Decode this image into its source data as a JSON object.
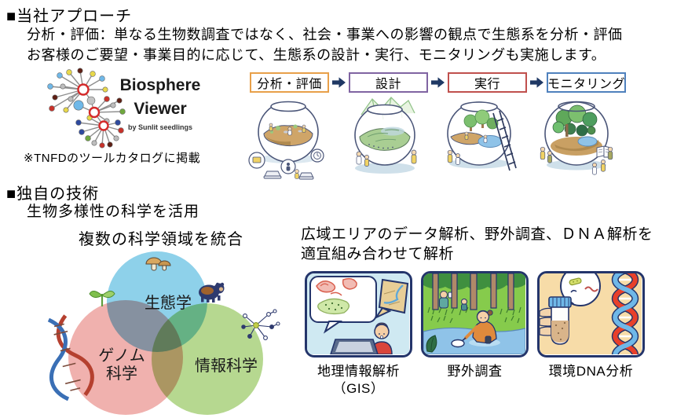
{
  "approach": {
    "title": "■当社アプローチ",
    "description_line1": "分析・評価：単なる生物数調査ではなく、社会・事業への影響の観点で生態系を分析・評価",
    "description_line2": "お客様のご要望・事業目的に応じて、生態系の設計・実行、モニタリングも実施します。",
    "logo": {
      "name_line1": "Biosphere",
      "name_line2": "Viewer",
      "byline": "by Sunlit seedlings",
      "note": "※TNFDのツールカタログに掲載"
    },
    "process": {
      "arrow_color": "#1F3864",
      "steps": [
        {
          "label": "分析・評価",
          "border_color": "#E8A04A"
        },
        {
          "label": "設計",
          "border_color": "#8064A2"
        },
        {
          "label": "実行",
          "border_color": "#C0504D"
        },
        {
          "label": "モニタリング",
          "border_color": "#4F81BD"
        }
      ]
    }
  },
  "technology": {
    "title": "■独自の技術",
    "subtitle": "生物多様性の科学を活用",
    "venn": {
      "caption": "複数の科学領域を統合",
      "circles": [
        {
          "label": "生態学",
          "color": "#8ED1EA"
        },
        {
          "label": "ゲノム科学",
          "color": "#F0B1AE"
        },
        {
          "label": "情報科学",
          "color": "#B6D890"
        }
      ],
      "genome_label_line1": "ゲノム",
      "genome_label_line2": "科学"
    },
    "analysis_note_line1": "広域エリアのデータ解析、野外調査、ＤＮＡ解析を",
    "analysis_note_line2": "適宜組み合わせて解析",
    "methods": [
      {
        "label_line1": "地理情報解析",
        "label_line2": "（GIS）"
      },
      {
        "label_line1": "野外調査",
        "label_line2": ""
      },
      {
        "label_line1": "環境DNA分析",
        "label_line2": ""
      }
    ]
  }
}
